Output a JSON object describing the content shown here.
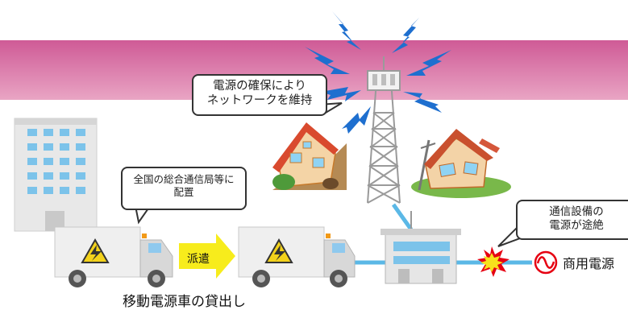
{
  "bubbles": {
    "network": [
      "電源の確保により",
      "ネットワークを維持"
    ],
    "deploy": [
      "全国の総合通信局等に",
      "配置"
    ],
    "outage": [
      "通信設備の",
      "電源が途絶"
    ]
  },
  "labels": {
    "dispatch": "派遣",
    "commercial_power": "商用電源",
    "caption": "移動電源車の貸出し"
  },
  "colors": {
    "band": "#e58fb4",
    "cable": "#5bb8e6",
    "lightning": "#1e6fcf",
    "arrow": "#f7ec1c",
    "truck_body": "#eeeeee",
    "cab": "#d8d8d8",
    "hazard": "#f3d21b",
    "wire_break": "#e60012"
  },
  "icons": [
    "office-building-icon",
    "cell-tower-icon",
    "landslide-house-icon",
    "collapsed-house-icon",
    "power-truck-icon",
    "station-building-icon",
    "wire-break-icon",
    "ac-power-icon"
  ]
}
